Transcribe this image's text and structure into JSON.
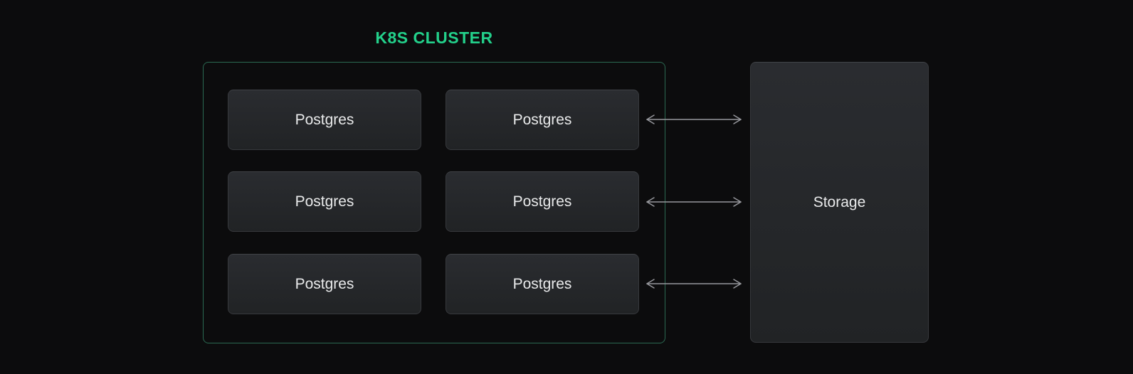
{
  "diagram": {
    "title": "K8S CLUSTER",
    "cluster": {
      "nodes": [
        {
          "label": "Postgres"
        },
        {
          "label": "Postgres"
        },
        {
          "label": "Postgres"
        },
        {
          "label": "Postgres"
        },
        {
          "label": "Postgres"
        },
        {
          "label": "Postgres"
        }
      ]
    },
    "storage": {
      "label": "Storage"
    },
    "arrows": {
      "count": 3,
      "type": "bidirectional"
    },
    "colors": {
      "background": "#0c0c0d",
      "accent_green": "#23d18b",
      "cluster_border": "#2b6a52",
      "node_fill_top": "#2a2c30",
      "node_fill_bottom": "#212325",
      "node_border": "#37393d",
      "node_border_top": "#404347",
      "node_text": "#e9eaeb",
      "arrow": "#97989d"
    }
  }
}
